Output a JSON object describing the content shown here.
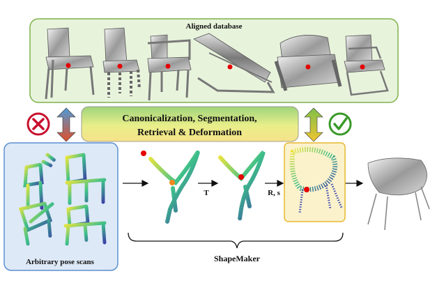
{
  "database": {
    "title": "Aligned database"
  },
  "pipeline_banner": {
    "line1": "Canonicalization, Segmentation,",
    "line2": "Retrieval  &  Deformation"
  },
  "scans": {
    "label": "Arbitrary pose scans"
  },
  "steps": {
    "t_label": "T",
    "rs_label": "R, s"
  },
  "method": {
    "label": "ShapeMaker"
  },
  "colors": {
    "database_border": "#7fb24a",
    "database_fill": "#e8f3dc",
    "scan_border": "#5b8fd0",
    "scan_fill": "#dde9f7",
    "highlight_border": "#e8b830",
    "highlight_fill": "#fbf2cc",
    "fail": "#c8102e",
    "success": "#3a9a2a",
    "keypoint": "#e60000"
  },
  "icons": [
    "cross-icon",
    "check-icon",
    "double-arrow-icon",
    "chair-model-icon",
    "point-cloud-icon"
  ]
}
